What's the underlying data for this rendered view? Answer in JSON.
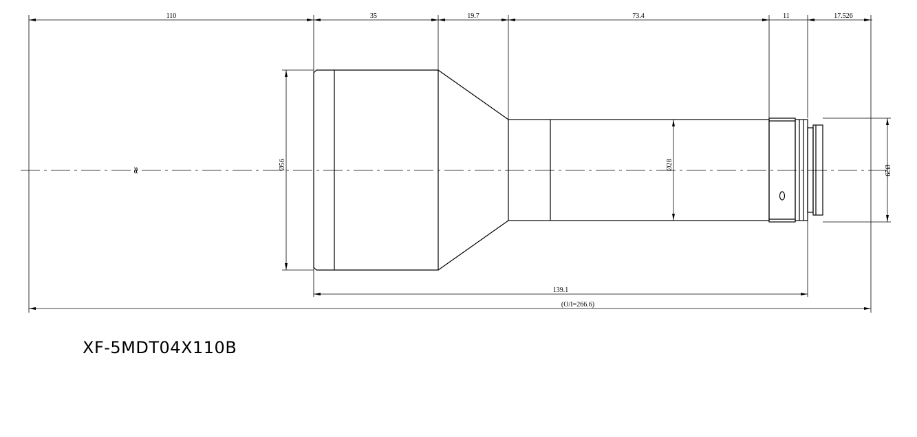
{
  "drawing": {
    "dimensions": {
      "d110": "110",
      "d35": "35",
      "d19_7": "19.7",
      "d73_4": "73.4",
      "d11": "11",
      "d17_526": "17.526",
      "d139_1": "139.1",
      "total": "(O/I=266.6)",
      "dia56": "Ø56",
      "dia28": "Ø28",
      "dia29": "Ø29"
    },
    "model_label": "XF-5MDT04X110B",
    "break_symbol": "≈"
  }
}
